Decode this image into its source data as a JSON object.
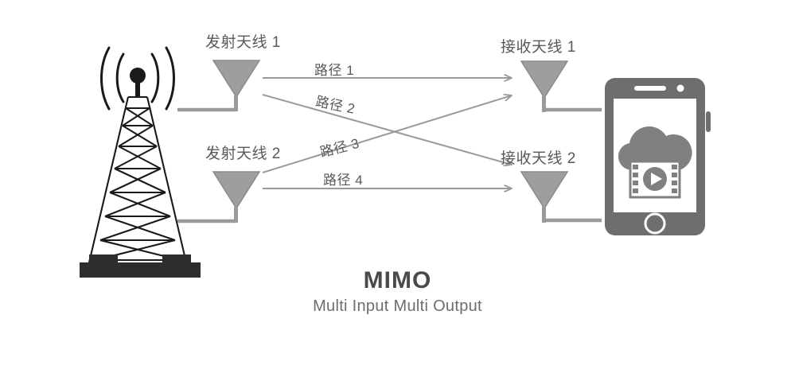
{
  "diagram": {
    "title": "MIMO",
    "subtitle": "Multi Input Multi Output",
    "background_color": "#ffffff",
    "line_color": "#9a9a9a",
    "text_color": "#58595b",
    "antenna_fill": "#9e9e9e",
    "tower_color": "#2d2d2d",
    "phone_color": "#6e6e6e"
  },
  "transmit_antennas": [
    {
      "label": "发射天线 1",
      "name": "transmit-antenna-1"
    },
    {
      "label": "发射天线 2",
      "name": "transmit-antenna-2"
    }
  ],
  "receive_antennas": [
    {
      "label": "接收天线 1",
      "name": "receive-antenna-1"
    },
    {
      "label": "接收天线 2",
      "name": "receive-antenna-2"
    }
  ],
  "paths": [
    {
      "label": "路径 1",
      "from": "发射天线 1",
      "to": "接收天线 1"
    },
    {
      "label": "路径 2",
      "from": "发射天线 1",
      "to": "接收天线 2"
    },
    {
      "label": "路径 3",
      "from": "发射天线 2",
      "to": "接收天线 1"
    },
    {
      "label": "路径 4",
      "from": "发射天线 2",
      "to": "接收天线 2"
    }
  ],
  "tower": {
    "name": "cell-tower",
    "wave_arcs": 4
  },
  "phone": {
    "name": "smartphone",
    "screen_icon": "cloud-video-play"
  }
}
